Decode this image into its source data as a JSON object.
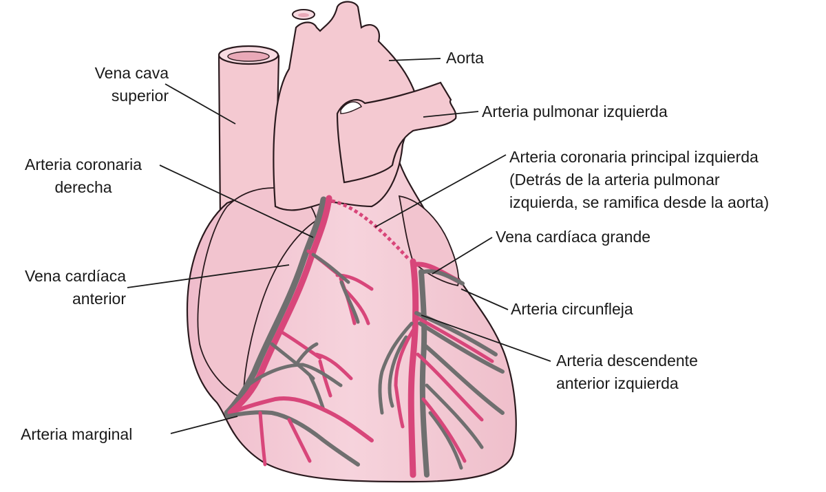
{
  "labels": {
    "vena_cava_superior": [
      "Vena cava",
      "superior"
    ],
    "aorta": "Aorta",
    "arteria_pulmonar_izquierda": "Arteria pulmonar izquierda",
    "arteria_coronaria_derecha": [
      "Arteria coronaria",
      "derecha"
    ],
    "arteria_coronaria_principal_izquierda": [
      "Arteria coronaria principal izquierda",
      "(Detrás de la arteria pulmonar",
      "izquierda, se ramifica desde la aorta)"
    ],
    "vena_cardiaca_grande": "Vena cardíaca grande",
    "vena_cardiaca_anterior": [
      "Vena cardíaca",
      "anterior"
    ],
    "arteria_circunfleja": "Arteria circunfleja",
    "arteria_descendente_anterior_izquierda": [
      "Arteria descendente",
      "anterior izquierda"
    ],
    "arteria_marginal": "Arteria marginal"
  },
  "colors": {
    "heart_fill": "#f4c9d1",
    "heart_shade": "#eab0bd",
    "outline": "#2a1a1e",
    "artery": "#d8467a",
    "vein": "#6f6f6f",
    "leader": "#1a1a1a"
  }
}
